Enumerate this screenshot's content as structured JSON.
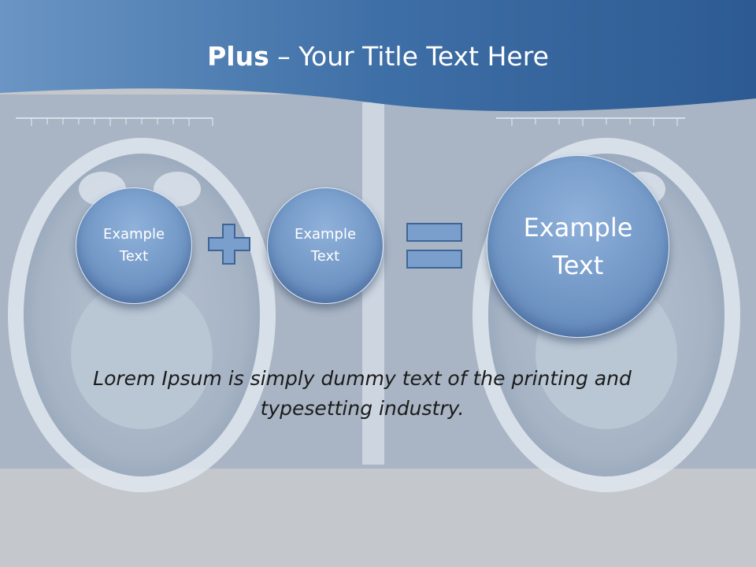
{
  "title": {
    "bold": "Plus",
    "rest": " – Your Title Text Here"
  },
  "circles": [
    {
      "text": "Example\nText"
    },
    {
      "text": "Example\nText"
    },
    {
      "text": "Example\nText"
    }
  ],
  "operators": [
    "plus-icon",
    "equals-icon"
  ],
  "body_text": "Lorem Ipsum is simply dummy text of the printing and typesetting industry.",
  "colors": {
    "header": "#4a78ad",
    "circle": "#7a9fcc",
    "background": "#c4c7cc"
  }
}
